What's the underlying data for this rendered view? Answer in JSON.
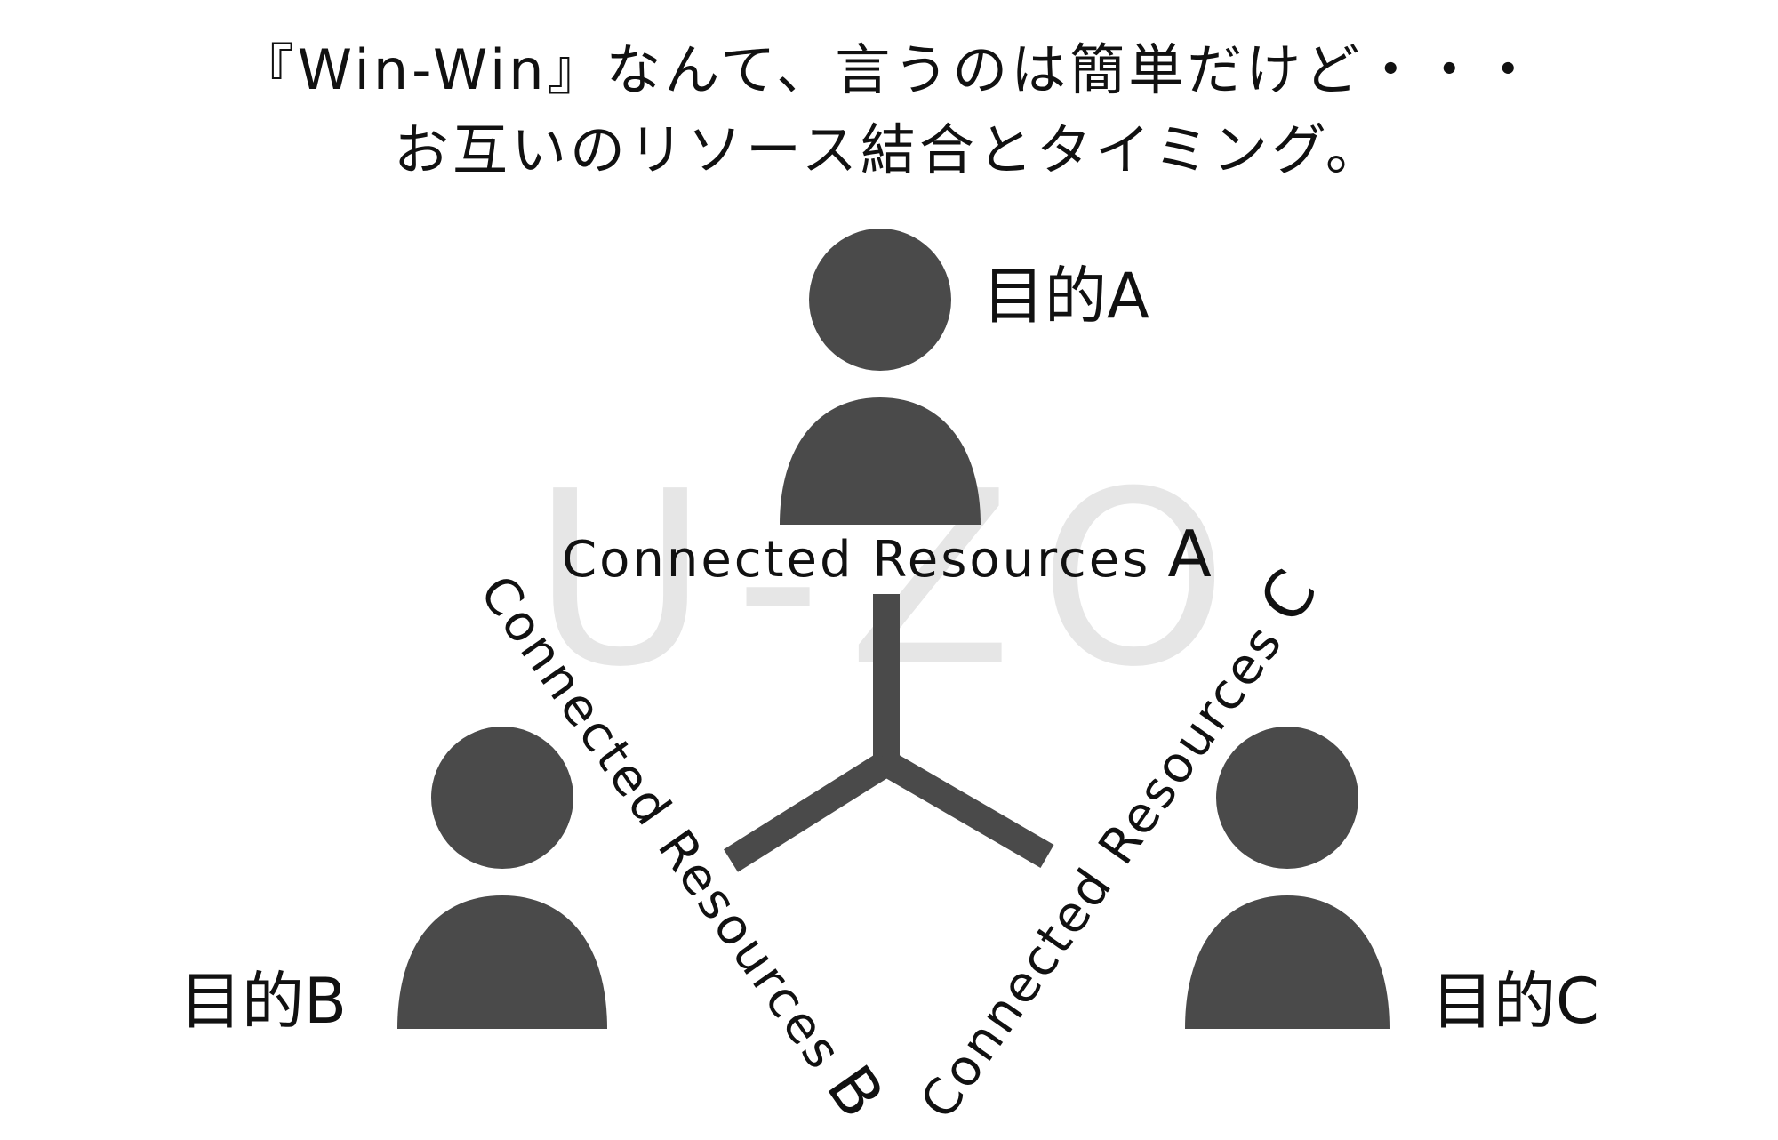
{
  "title": {
    "line1": "『Win-Win』なんて、言うのは簡単だけど・・・",
    "line2": "お互いのリソース結合とタイミング。"
  },
  "watermark": "U-ZO",
  "colors": {
    "person": "#4a4a4a",
    "connector": "#4a4a4a",
    "watermark": "#e6e6e6",
    "text": "#111111"
  },
  "people": [
    {
      "id": "a",
      "goal": "目的A",
      "icon": "person-icon"
    },
    {
      "id": "b",
      "goal": "目的B",
      "icon": "person-icon"
    },
    {
      "id": "c",
      "goal": "目的C",
      "icon": "person-icon"
    }
  ],
  "resources": [
    {
      "id": "a",
      "text": "Connected Resources",
      "letter": "A"
    },
    {
      "id": "b",
      "text": "Connected Resources",
      "letter": "B"
    },
    {
      "id": "c",
      "text": "Connected Resources",
      "letter": "C"
    }
  ]
}
